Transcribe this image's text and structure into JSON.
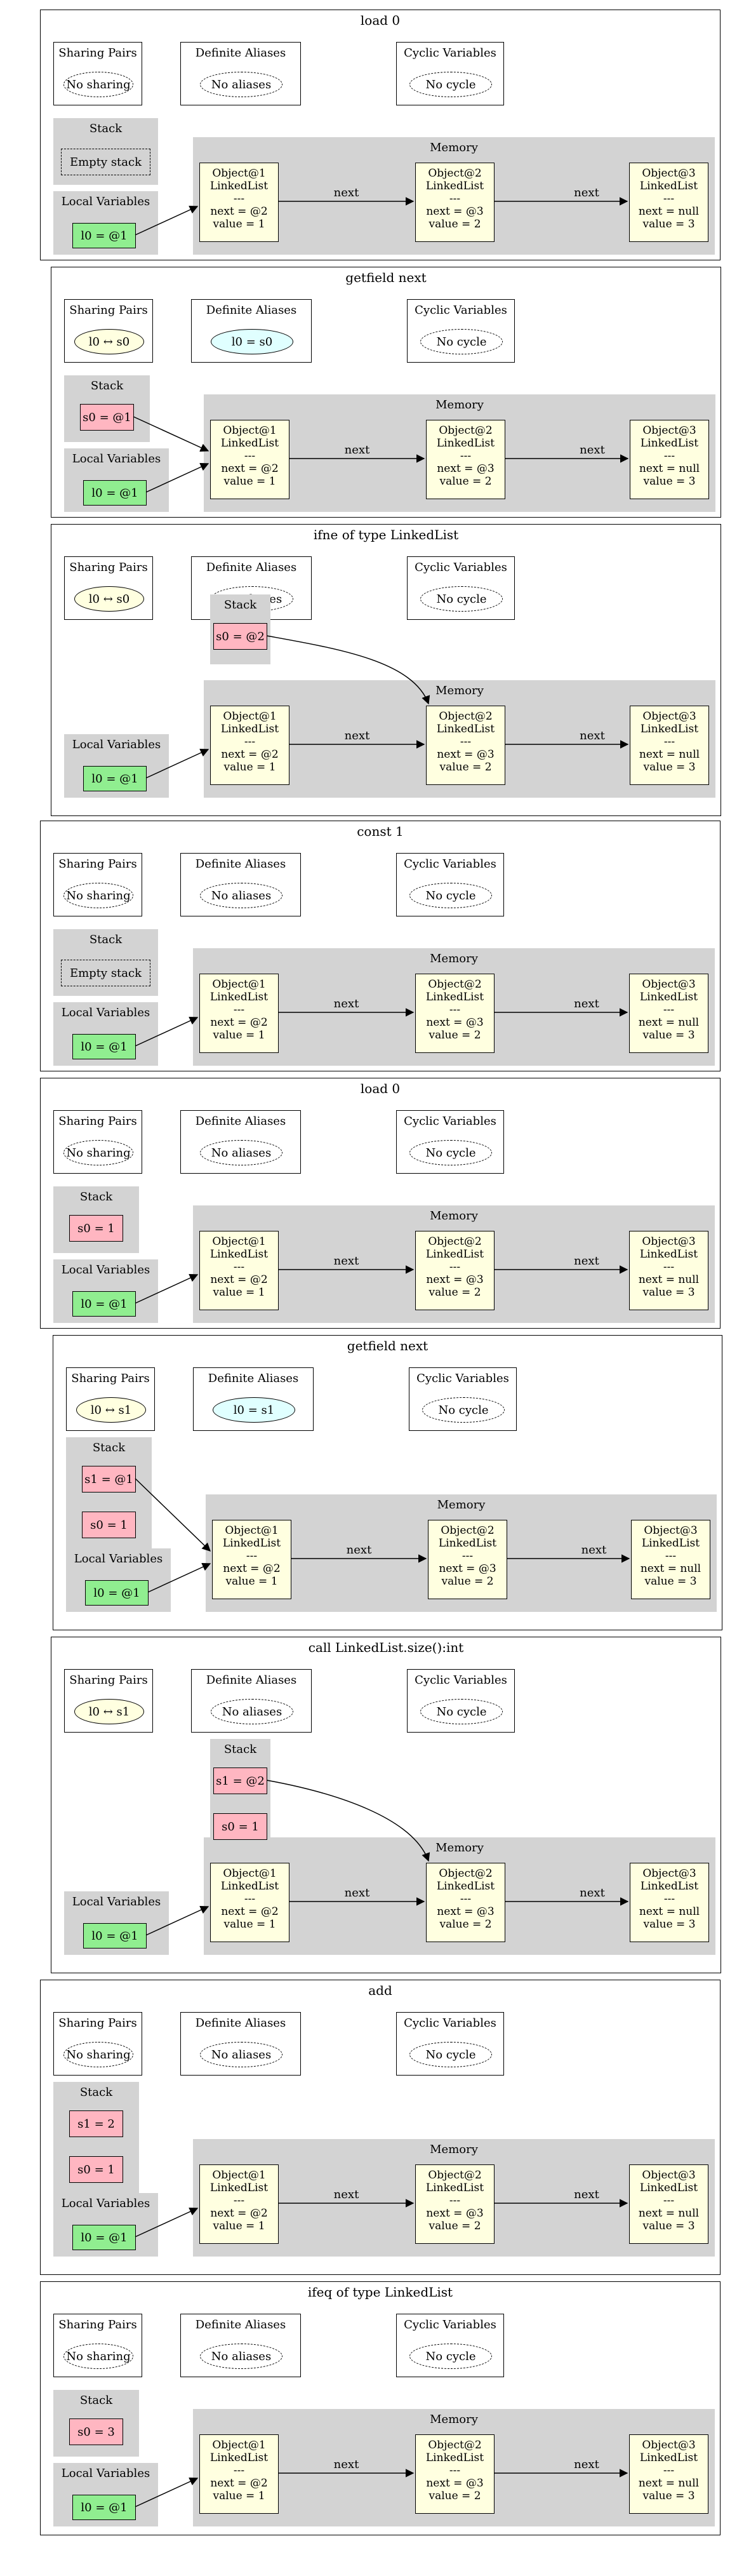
{
  "labels": {
    "sharing": "Sharing Pairs",
    "aliases": "Definite Aliases",
    "cyclic": "Cyclic Variables",
    "stack": "Stack",
    "locals": "Local Variables",
    "memory": "Memory",
    "next": "next"
  },
  "objects": [
    {
      "id": "Object@1",
      "type": "LinkedList",
      "sep": "---",
      "next": "next = @2",
      "value": "value = 1"
    },
    {
      "id": "Object@2",
      "type": "LinkedList",
      "sep": "---",
      "next": "next = @3",
      "value": "value = 2"
    },
    {
      "id": "Object@3",
      "type": "LinkedList",
      "sep": "---",
      "next": "next = null",
      "value": "value = 3"
    }
  ],
  "colors": {
    "gray": "#d3d3d3",
    "object_fill": "#ffffe0",
    "stack_fill": "#ffb6c1",
    "local_fill": "#90ee90",
    "sharing_fill": "#ffffe0",
    "alias_fill": "#e0ffff"
  },
  "steps": [
    {
      "title": "load 0",
      "sharing": {
        "text": "No sharing",
        "empty": true
      },
      "aliases": {
        "text": "No aliases",
        "empty": true
      },
      "cyclic": {
        "text": "No cycle",
        "empty": true
      },
      "stack": [],
      "stack_empty": "Empty stack",
      "local": "l0 = @1"
    },
    {
      "title": "getfield next",
      "sharing": {
        "text": "l0 ↔ s0",
        "empty": false
      },
      "aliases": {
        "text": "l0 = s0",
        "empty": false
      },
      "cyclic": {
        "text": "No cycle",
        "empty": true
      },
      "stack": [
        "s0 = @1"
      ],
      "local": "l0 = @1"
    },
    {
      "title": "ifne of type LinkedList",
      "sharing": {
        "text": "l0 ↔ s0",
        "empty": false
      },
      "aliases": {
        "text": "No aliases",
        "empty": true
      },
      "cyclic": {
        "text": "No cycle",
        "empty": true
      },
      "stack": [
        "s0 = @2"
      ],
      "local": "l0 = @1"
    },
    {
      "title": "const 1",
      "sharing": {
        "text": "No sharing",
        "empty": true
      },
      "aliases": {
        "text": "No aliases",
        "empty": true
      },
      "cyclic": {
        "text": "No cycle",
        "empty": true
      },
      "stack": [],
      "stack_empty": "Empty stack",
      "local": "l0 = @1"
    },
    {
      "title": "load 0",
      "sharing": {
        "text": "No sharing",
        "empty": true
      },
      "aliases": {
        "text": "No aliases",
        "empty": true
      },
      "cyclic": {
        "text": "No cycle",
        "empty": true
      },
      "stack": [
        "s0 = 1"
      ],
      "local": "l0 = @1"
    },
    {
      "title": "getfield next",
      "sharing": {
        "text": "l0 ↔ s1",
        "empty": false
      },
      "aliases": {
        "text": "l0 = s1",
        "empty": false
      },
      "cyclic": {
        "text": "No cycle",
        "empty": true
      },
      "stack": [
        "s1 = @1",
        "s0 = 1"
      ],
      "local": "l0 = @1"
    },
    {
      "title": "call LinkedList.size():int",
      "sharing": {
        "text": "l0 ↔ s1",
        "empty": false
      },
      "aliases": {
        "text": "No aliases",
        "empty": true
      },
      "cyclic": {
        "text": "No cycle",
        "empty": true
      },
      "stack": [
        "s1 = @2",
        "s0 = 1"
      ],
      "local": "l0 = @1"
    },
    {
      "title": "add",
      "sharing": {
        "text": "No sharing",
        "empty": true
      },
      "aliases": {
        "text": "No aliases",
        "empty": true
      },
      "cyclic": {
        "text": "No cycle",
        "empty": true
      },
      "stack": [
        "s1 = 2",
        "s0 = 1"
      ],
      "local": "l0 = @1"
    },
    {
      "title": "ifeq of type LinkedList",
      "sharing": {
        "text": "No sharing",
        "empty": true
      },
      "aliases": {
        "text": "No aliases",
        "empty": true
      },
      "cyclic": {
        "text": "No cycle",
        "empty": true
      },
      "stack": [
        "s0 = 3"
      ],
      "local": "l0 = @1"
    }
  ]
}
